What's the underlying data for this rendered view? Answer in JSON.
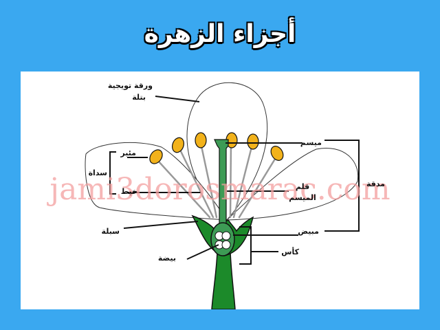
{
  "title": "أجزاء الزهرة",
  "watermark": "jami3dorosmarac.com",
  "labels": {
    "petal_line1": "ورقة تويجية",
    "petal_line2": "بتلة",
    "anther": "مئبر",
    "stamen": "سداة",
    "filament": "خيط",
    "sepal": "سبلة",
    "ovule": "بيضة",
    "stigma": "ميسم",
    "style_line1": "قلم",
    "style_line2": "الميسم",
    "ovary": "مبيض",
    "pistil": "مدقة",
    "calyx": "كأس"
  },
  "colors": {
    "background": "#3aa8f0",
    "panel": "#ffffff",
    "pistil_green": "#3d9b55",
    "stem_green": "#1c8a2a",
    "anther_yellow": "#f2b21b"
  }
}
